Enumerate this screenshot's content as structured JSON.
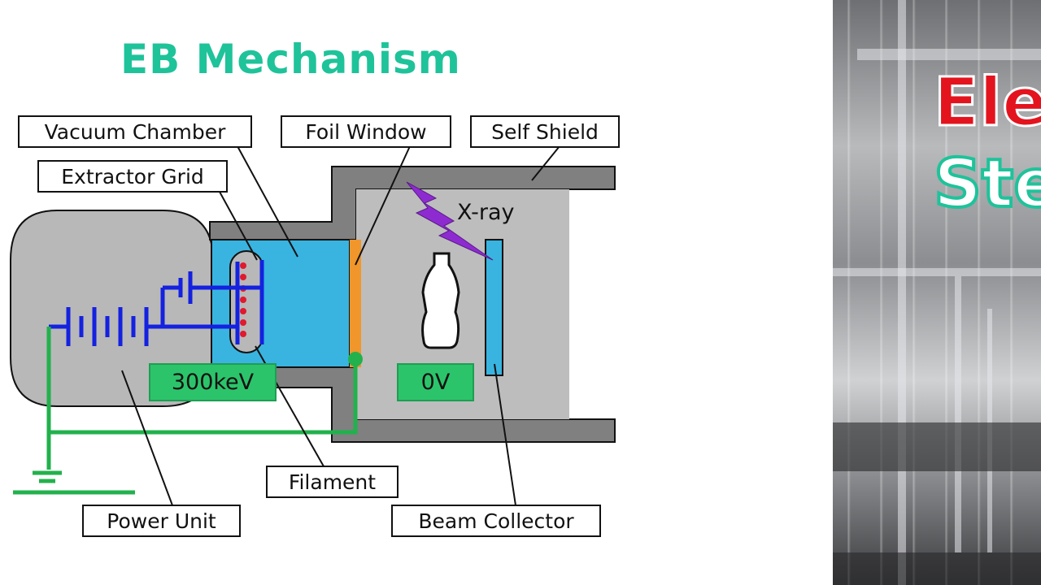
{
  "title": "EB Mechanism",
  "labels": {
    "vacuum_chamber": "Vacuum Chamber",
    "foil_window": "Foil Window",
    "self_shield": "Self Shield",
    "extractor_grid": "Extractor Grid",
    "xray": "X-ray",
    "filament": "Filament",
    "power_unit": "Power Unit",
    "beam_collector": "Beam Collector"
  },
  "voltages": {
    "high": "300keV",
    "ground": "0V"
  },
  "photo": {
    "line1": "Ele",
    "line2": "Ste"
  },
  "colors": {
    "title": "#1ec39a",
    "shield_gray": "#808080",
    "chamber_blue": "#39b4e0",
    "foil_orange": "#f0962a",
    "circuit_blue": "#1421e0",
    "ground_green": "#22b14c",
    "filament_red": "#e0192e",
    "xray_purple": "#8e2bd0",
    "volt_green": "#2cc46b"
  }
}
